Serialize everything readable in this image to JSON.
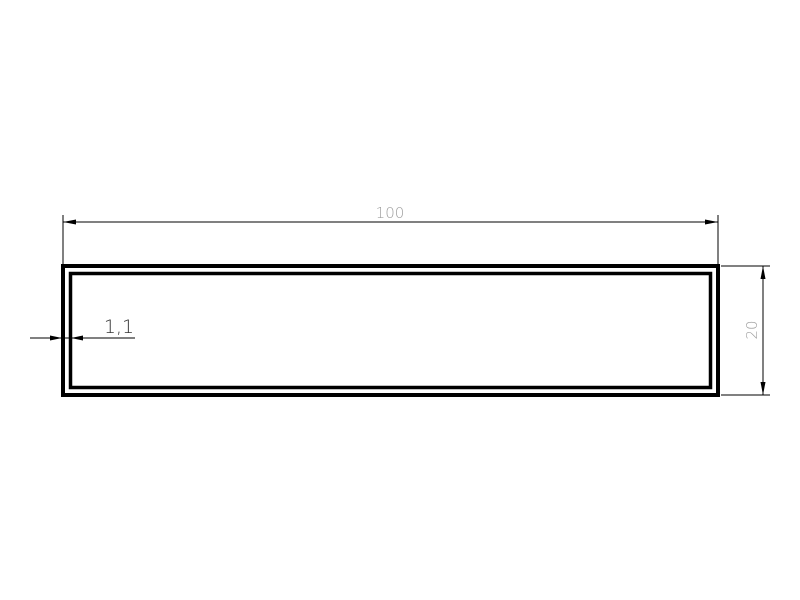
{
  "drawing": {
    "dimensions": {
      "width_label": "100",
      "height_label": "20",
      "wall_thickness_label": "1,1"
    },
    "colors": {
      "background": "#ffffff",
      "profile": "#000000",
      "dimension_line": "#000000",
      "dimension_text_muted": "#a0a0a0",
      "dimension_text_dark": "#333333"
    }
  }
}
